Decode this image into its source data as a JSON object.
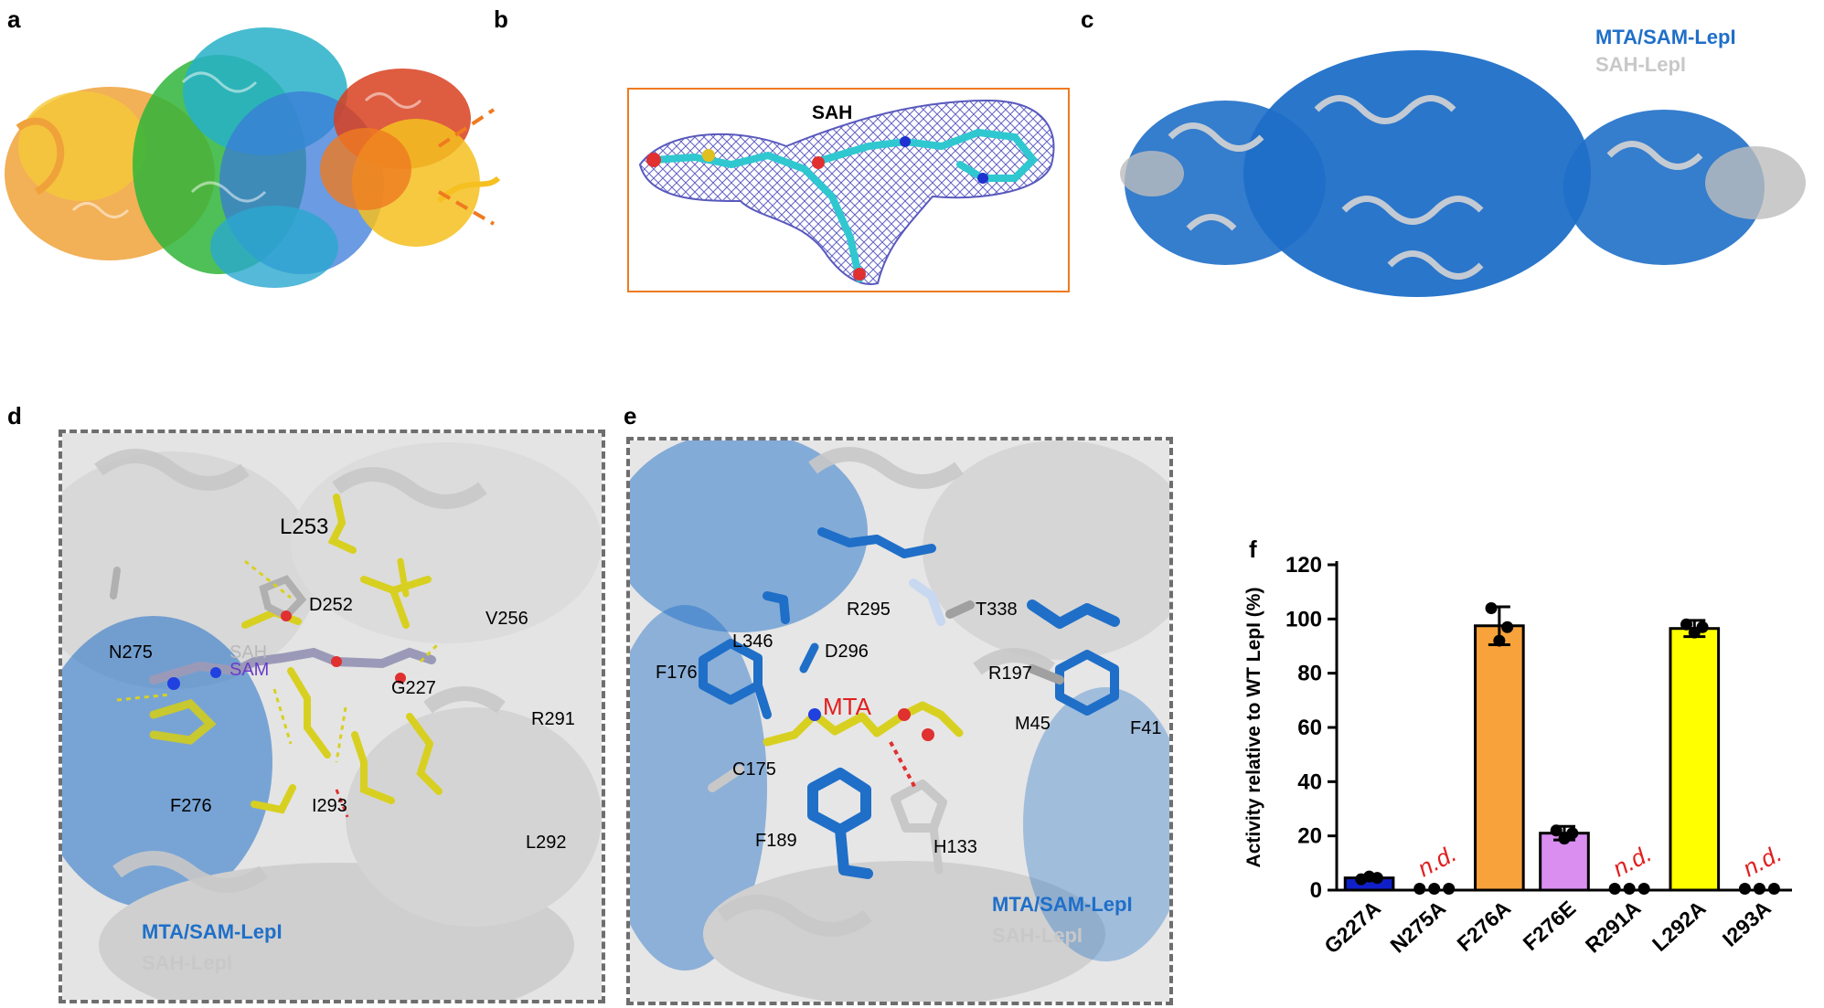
{
  "panels": {
    "a": {
      "letter": "a"
    },
    "b": {
      "letter": "b",
      "ligand": "SAH"
    },
    "c": {
      "letter": "c",
      "legend": [
        "MTA/SAM-LepI",
        "SAH-LepI"
      ]
    },
    "d": {
      "letter": "d",
      "residues": [
        "L253",
        "D252",
        "V256",
        "N275",
        "G227",
        "R291",
        "F276",
        "I293",
        "L292"
      ],
      "ligand_labels": [
        "SAH",
        "SAM"
      ],
      "legend": [
        "MTA/SAM-LepI",
        "SAH-LepI"
      ]
    },
    "e": {
      "letter": "e",
      "residues": [
        "R295",
        "T338",
        "L346",
        "D296",
        "F176",
        "R197",
        "M45",
        "F41",
        "C175",
        "F189",
        "H133"
      ],
      "ligand": "MTA",
      "legend": [
        "MTA/SAM-LepI",
        "SAH-LepI"
      ]
    },
    "f": {
      "letter": "f"
    }
  },
  "colors": {
    "blue": "#1f6fc8",
    "grey": "#c8c8c8",
    "nd_red": "#e02020",
    "sam_purple": "#6a3cc8"
  },
  "chart_data": {
    "type": "bar",
    "ylabel": "Activity relative to WT LepI (%)",
    "xlabel": "",
    "categories": [
      "G227A",
      "N275A",
      "F276A",
      "F276E",
      "R291A",
      "L292A",
      "I293A"
    ],
    "values": [
      4.5,
      0,
      97.5,
      21,
      0,
      96.5,
      0
    ],
    "errors": [
      1,
      0,
      7,
      2.5,
      0,
      3,
      0
    ],
    "points": [
      [
        4,
        5,
        4.5
      ],
      [
        0.5,
        0.5,
        0.5
      ],
      [
        104,
        92,
        97
      ],
      [
        22,
        19,
        21
      ],
      [
        0.5,
        0.5,
        0.5
      ],
      [
        98,
        95,
        97
      ],
      [
        0.5,
        0.5,
        0.5
      ]
    ],
    "not_detected": [
      false,
      true,
      false,
      false,
      true,
      false,
      true
    ],
    "nd_label": "n.d.",
    "bar_colors": [
      "#1020c8",
      "#ffffff",
      "#f7a23a",
      "#d98ef0",
      "#ffffff",
      "#ffff00",
      "#ffffff"
    ],
    "ylim": [
      0,
      120
    ],
    "yticks": [
      0,
      20,
      40,
      60,
      80,
      100,
      120
    ]
  }
}
